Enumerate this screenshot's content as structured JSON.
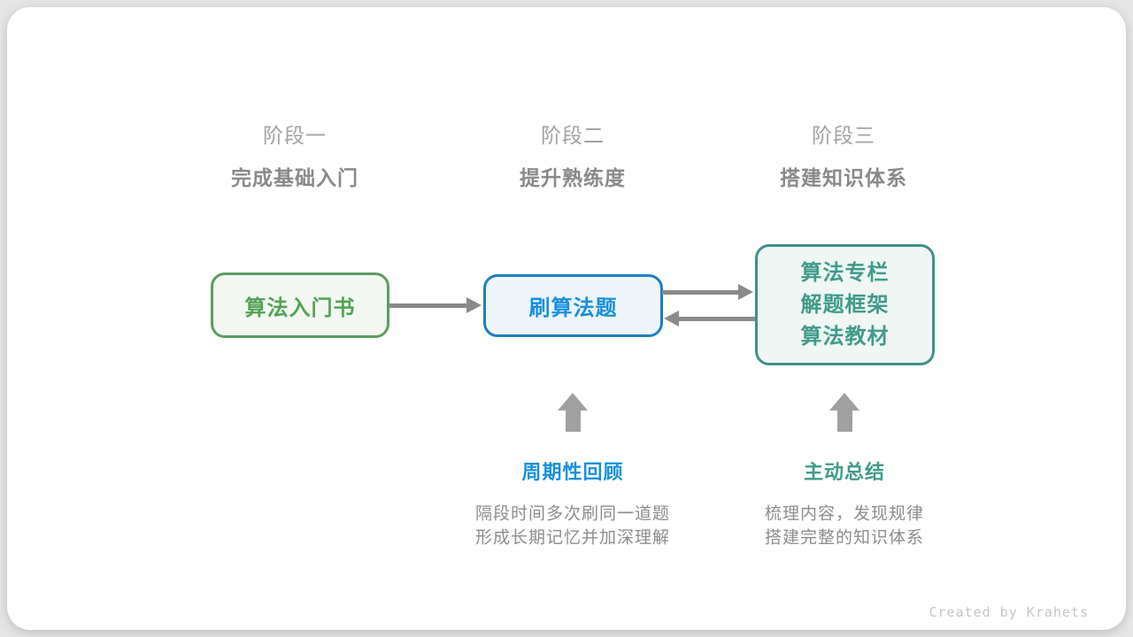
{
  "page": {
    "background_color": "#e6e6e6",
    "card_color": "#ffffff"
  },
  "stages": [
    {
      "label": "阶段一",
      "subtitle": "完成基础入门"
    },
    {
      "label": "阶段二",
      "subtitle": "提升熟练度"
    },
    {
      "label": "阶段三",
      "subtitle": "搭建知识体系"
    }
  ],
  "nodes": [
    {
      "title": "算法入门书",
      "border_color": "#5a9e5e",
      "text_color": "#52a352",
      "bg_color": "#f2f7f2"
    },
    {
      "title": "刷算法题",
      "border_color": "#1c7fc4",
      "text_color": "#1790dd",
      "bg_color": "#eef5fb"
    },
    {
      "lines": [
        "算法专栏",
        "解题框架",
        "算法教材"
      ],
      "border_color": "#3f9187",
      "text_color": "#3f9b8a",
      "bg_color": "#eff6f4"
    }
  ],
  "annotations": [
    {
      "title": "周期性回顾",
      "title_color": "#1790dd",
      "lines": [
        "隔段时间多次刷同一道题",
        "形成长期记忆并加深理解"
      ]
    },
    {
      "title": "主动总结",
      "title_color": "#3f9b8a",
      "lines": [
        "梳理内容，发现规律",
        "搭建完整的知识体系"
      ]
    }
  ],
  "arrows": {
    "horizontal_color": "#8a8a8a",
    "up_block_color": "#a0a0a0"
  },
  "footer": {
    "credit": "Created by Krahets"
  }
}
